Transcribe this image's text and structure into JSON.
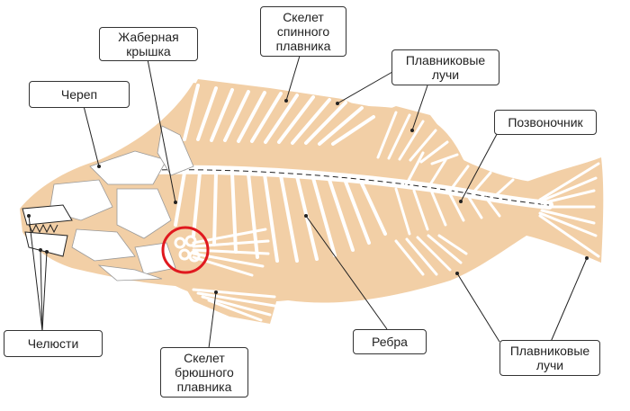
{
  "diagram": {
    "labels": {
      "skull": "Череп",
      "gill_cover": "Жаберная\nкрышка",
      "dorsal_fin_skeleton": "Скелет\nспинного\nплавника",
      "fin_rays_top": "Плавниковые\nлучи",
      "spine": "Позвоночник",
      "jaws": "Челюсти",
      "pelvic_fin_skeleton": "Скелет\nбрюшного\nплавника",
      "ribs": "Ребра",
      "fin_rays_bottom": "Плавниковые\nлучи"
    },
    "colors": {
      "body": "#f2cfa6",
      "bone": "#ffffff",
      "outline": "#222222",
      "highlight": "#e0191f"
    }
  }
}
